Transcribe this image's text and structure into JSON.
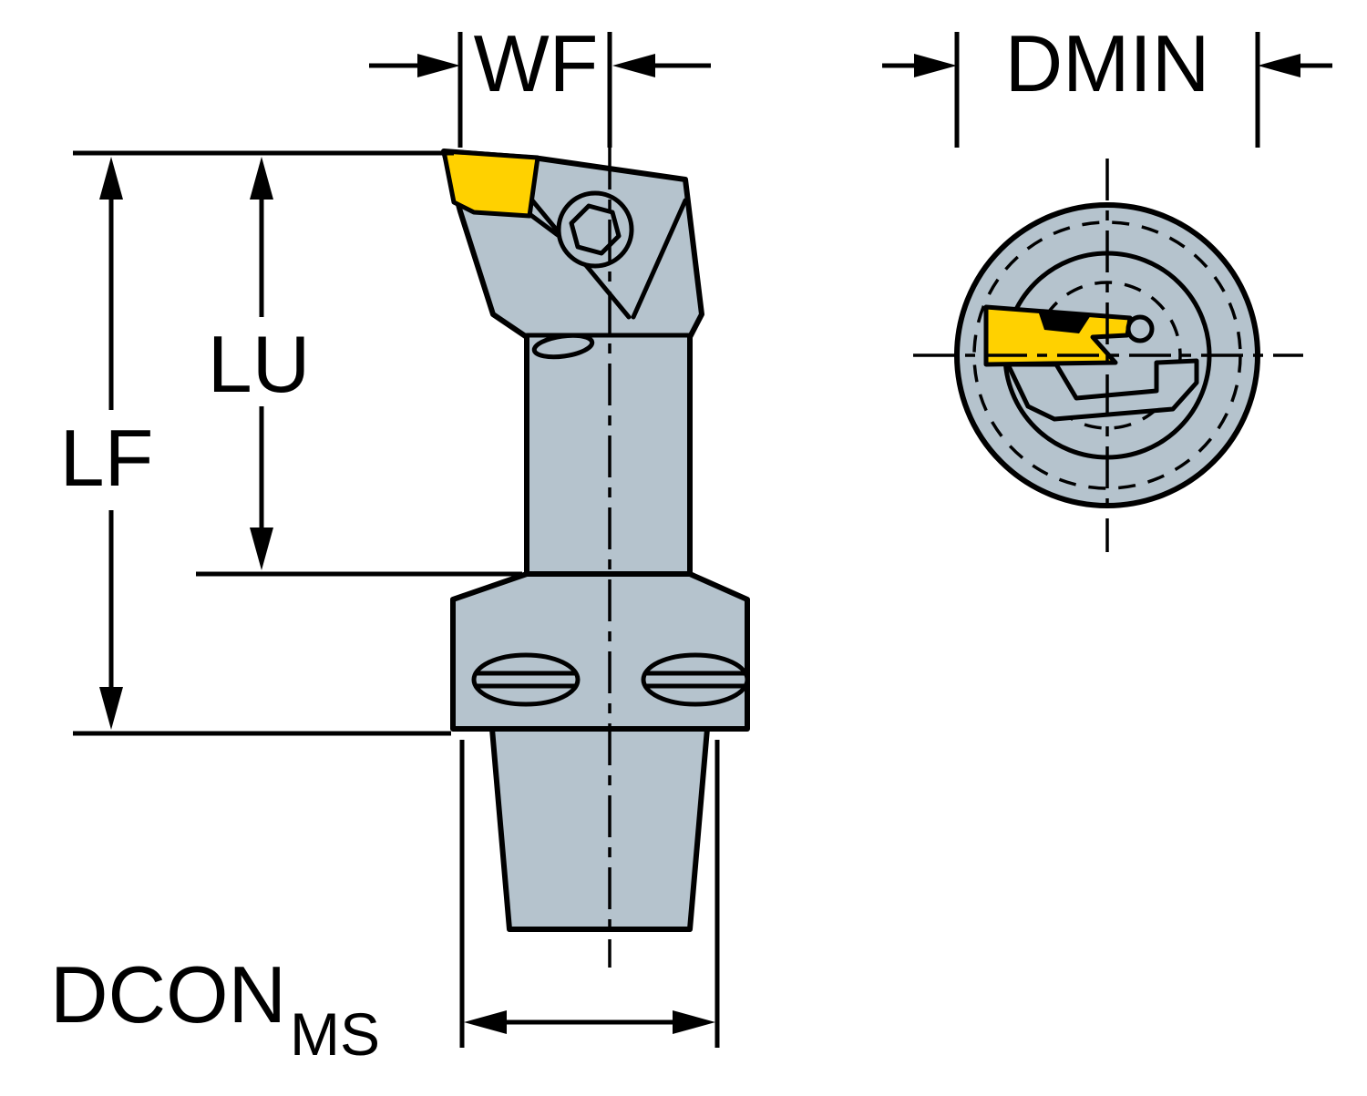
{
  "figure": {
    "labels": {
      "wf": "WF",
      "dmin": "DMIN",
      "lu": "LU",
      "lf": "LF",
      "dcon": "DCON",
      "dcon_sub": "MS"
    },
    "colors": {
      "background": "#ffffff",
      "body_fill": "#b5c3cd",
      "insert_fill": "#ffd100",
      "line": "#000000"
    }
  }
}
